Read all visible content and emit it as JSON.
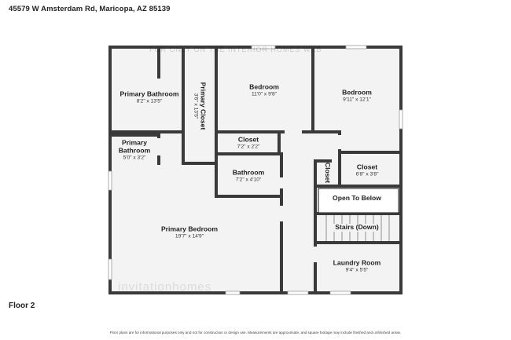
{
  "header": {
    "address": "45579 W Amsterdam Rd, Maricopa, AZ 85139"
  },
  "floor": {
    "label": "Floor 2"
  },
  "watermark": {
    "top": "FOR ONLY ON THE INTERIOR HOMES WEB",
    "bottom": "invitationhomes"
  },
  "disclaimer": "Floor plans are for informational purposes only and not for construction or design use. Measurements are approximate, and square footage may include finished and unfinished areas.",
  "rooms": {
    "primary_bathroom": {
      "name": "Primary Bathroom",
      "dims": "8'2\" x 13'5\""
    },
    "primary_closet": {
      "name": "Primary Closet",
      "dims": "3'6\" x 13'5\""
    },
    "bedroom_1": {
      "name": "Bedroom",
      "dims": "11'0\" x 9'8\""
    },
    "bedroom_2": {
      "name": "Bedroom",
      "dims": "9'11\" x 12'1\""
    },
    "primary_bathroom_small": {
      "name": "Primary Bathroom",
      "dims": "5'0\" x 3'2\""
    },
    "closet_1": {
      "name": "Closet",
      "dims": "7'2\" x 2'2\""
    },
    "closet_2": {
      "name": "Closet",
      "dims": "6'8\" x 3'8\""
    },
    "closet_3": {
      "name": "Closet"
    },
    "bathroom": {
      "name": "Bathroom",
      "dims": "7'2\" x 4'10\""
    },
    "open_to_below": {
      "name": "Open To Below"
    },
    "stairs": {
      "name": "Stairs (Down)"
    },
    "primary_bedroom": {
      "name": "Primary Bedroom",
      "dims": "19'7\" x 14'9\""
    },
    "laundry": {
      "name": "Laundry Room",
      "dims": "9'4\" x 5'5\""
    }
  }
}
